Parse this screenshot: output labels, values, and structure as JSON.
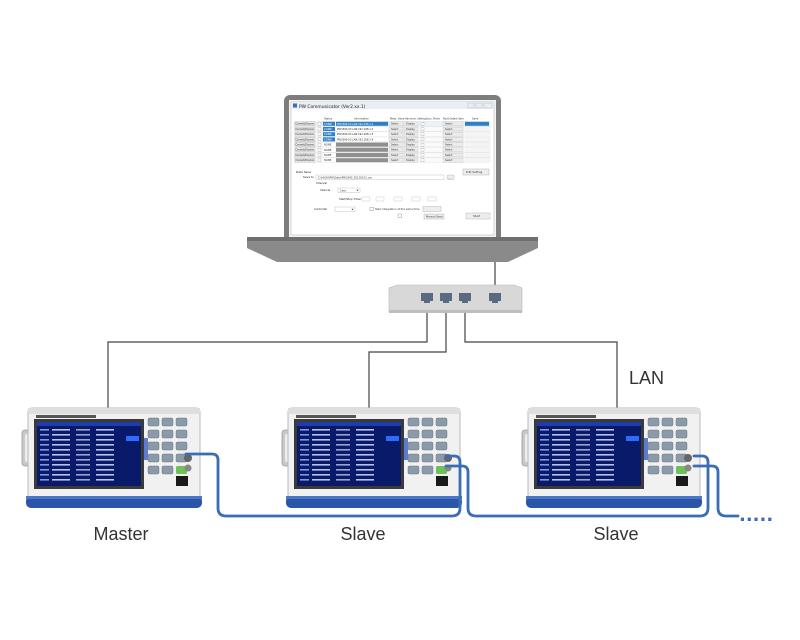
{
  "labels": {
    "lan": "LAN",
    "master": "Master",
    "slave_1": "Slave",
    "slave_2": "Slave",
    "continuation": "....."
  },
  "window": {
    "title": "PW Communicator (Ver2.xx.1)",
    "columns": [
      "Status",
      "Information",
      "Meas. Value",
      "Harmonic Setting",
      "Sync. Mode",
      "Fault Detect Item",
      "Save"
    ],
    "row_buttons": [
      "Select",
      "Display",
      "Select"
    ],
    "rows": [
      {
        "connect": "Connect/Disconn.",
        "status": "CONN",
        "info": "PW3390-03 LAN:192.168.1.1"
      },
      {
        "connect": "Connect/Disconn.",
        "status": "CONN",
        "info": "PW3390-03 LAN:192.168.1.2"
      },
      {
        "connect": "Connect/Disconn.",
        "status": "CONN",
        "info": "PW3390-03 LAN:192.168.1.3"
      },
      {
        "connect": "Connect/Disconn.",
        "status": "CONN",
        "info": "PW3390-03 LAN:192.168.1.4"
      },
      {
        "connect": "Connect/Disconn.",
        "status": "NONE",
        "info": ""
      },
      {
        "connect": "Connect/Disconn.",
        "status": "NONE",
        "info": ""
      },
      {
        "connect": "Connect/Disconn.",
        "status": "NONE",
        "info": ""
      },
      {
        "connect": "Connect/Disconn.",
        "status": "NONE",
        "info": ""
      }
    ],
    "data_save_label": "Data Save",
    "save_to_label": "Save to",
    "save_path": "C:\\HIOKI\\PW\\Data\\PW3390_20130101.csv",
    "interval_label": "Interval",
    "interval_value": "1sec",
    "timer_label": "Start/Stop Timer",
    "controller_label": "Controller",
    "sync_check": "Start integration at the same time",
    "manual_save": "Manual Save",
    "start_button": "Start",
    "edit_setting": "Edit Setting",
    "browse_button": "..."
  },
  "colors": {
    "cable_blue": "#3a6db5",
    "lan_line": "#444444",
    "laptop_gray": "#8a8a8a",
    "hub_gray": "#d8d8d8",
    "port_blue": "#5a6a80",
    "analyzer_screen": "#0a1a6a",
    "analyzer_base": "#2b55a8"
  }
}
